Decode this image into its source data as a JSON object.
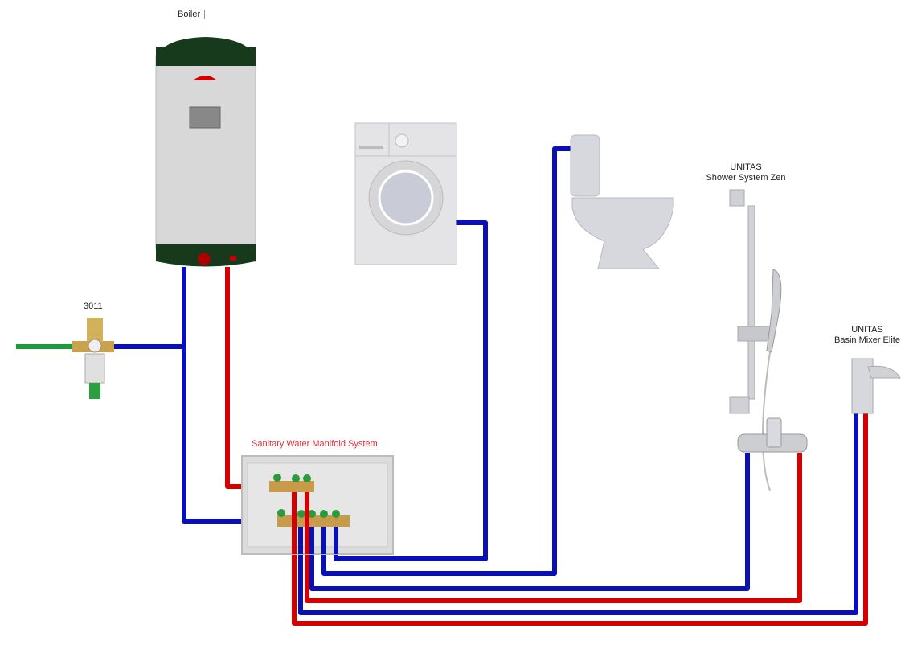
{
  "labels": {
    "boiler": "Boiler",
    "filter": "3011",
    "manifold": "Sanitary Water Manifold System",
    "shower_brand": "UNITAS",
    "shower_name": "Shower System Zen",
    "basin_brand": "UNITAS",
    "basin_name": "Basin Mixer Elite"
  },
  "colors": {
    "cold_pipe": "#0a10b8",
    "hot_pipe": "#d40000",
    "inlet_pipe": "#1e9a3c",
    "boiler_cap": "#173a1c",
    "manifold_label": "#e0303a"
  }
}
